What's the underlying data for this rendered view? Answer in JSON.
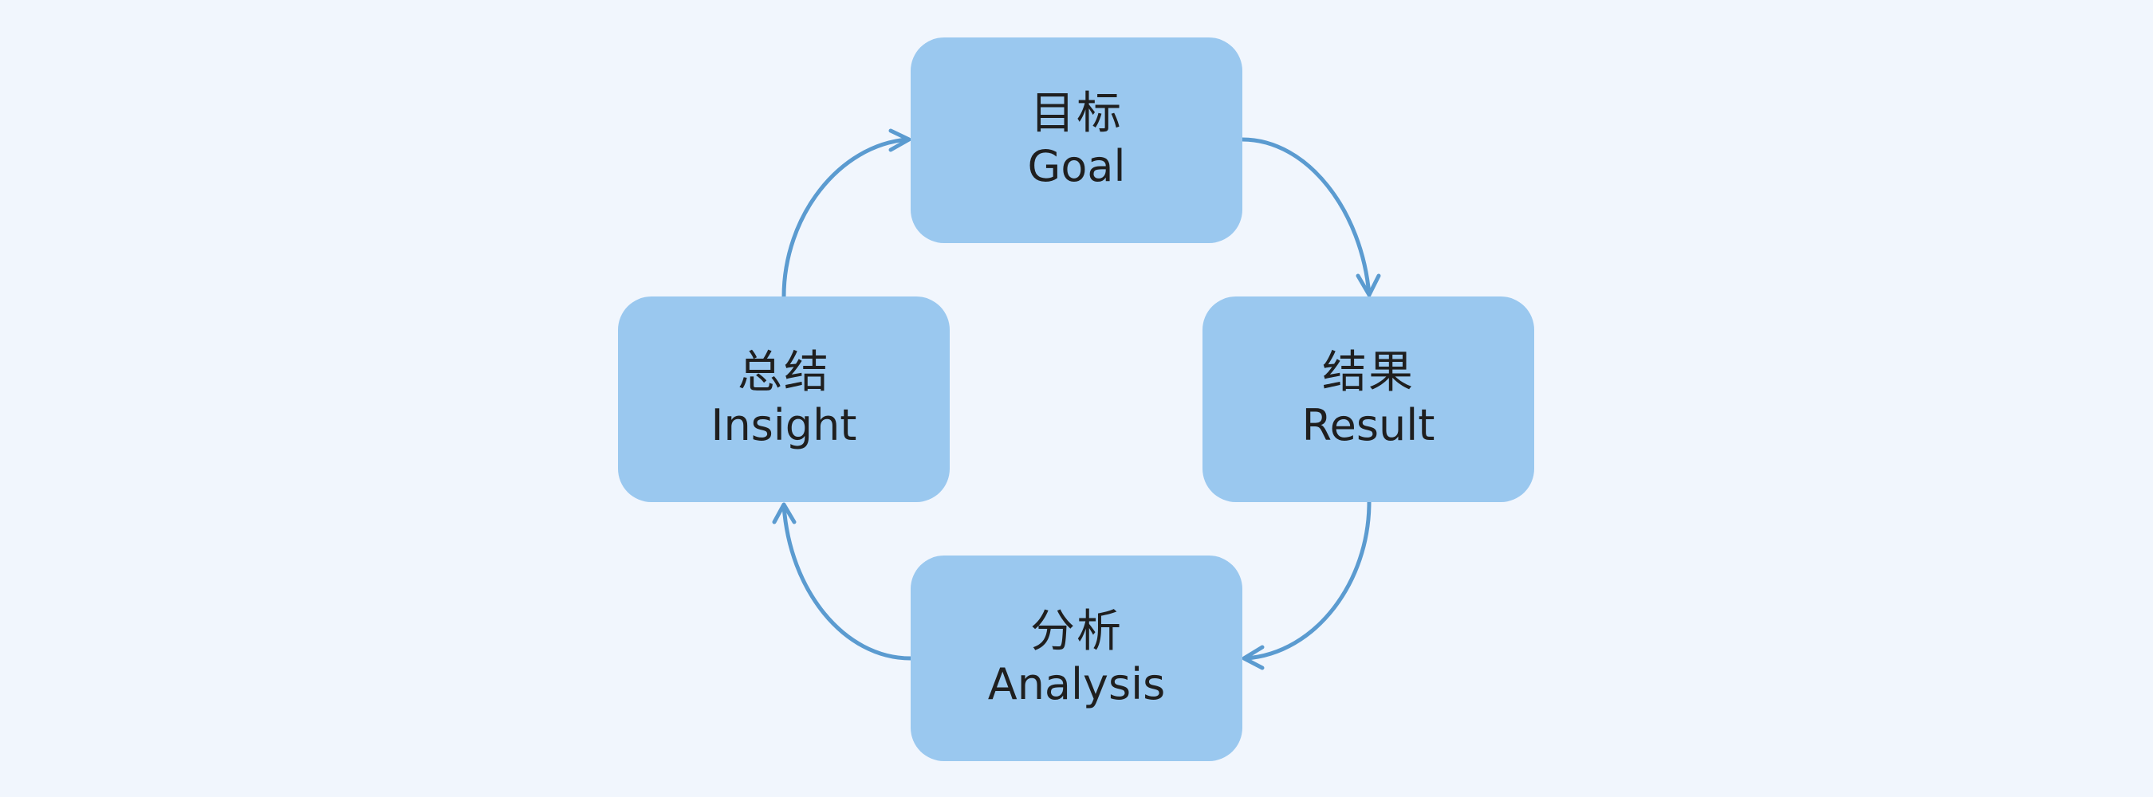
{
  "colors": {
    "background": "#f1f6fd",
    "node_fill": "#9ac8ef",
    "arrow": "#5b9bd0",
    "text": "#1f1f1f"
  },
  "nodes": {
    "goal": {
      "zh": "目标",
      "en": "Goal"
    },
    "result": {
      "zh": "结果",
      "en": "Result"
    },
    "analysis": {
      "zh": "分析",
      "en": "Analysis"
    },
    "insight": {
      "zh": "总结",
      "en": "Insight"
    }
  },
  "edges": [
    {
      "from": "goal",
      "to": "result"
    },
    {
      "from": "result",
      "to": "analysis"
    },
    {
      "from": "analysis",
      "to": "insight"
    },
    {
      "from": "insight",
      "to": "goal"
    }
  ]
}
